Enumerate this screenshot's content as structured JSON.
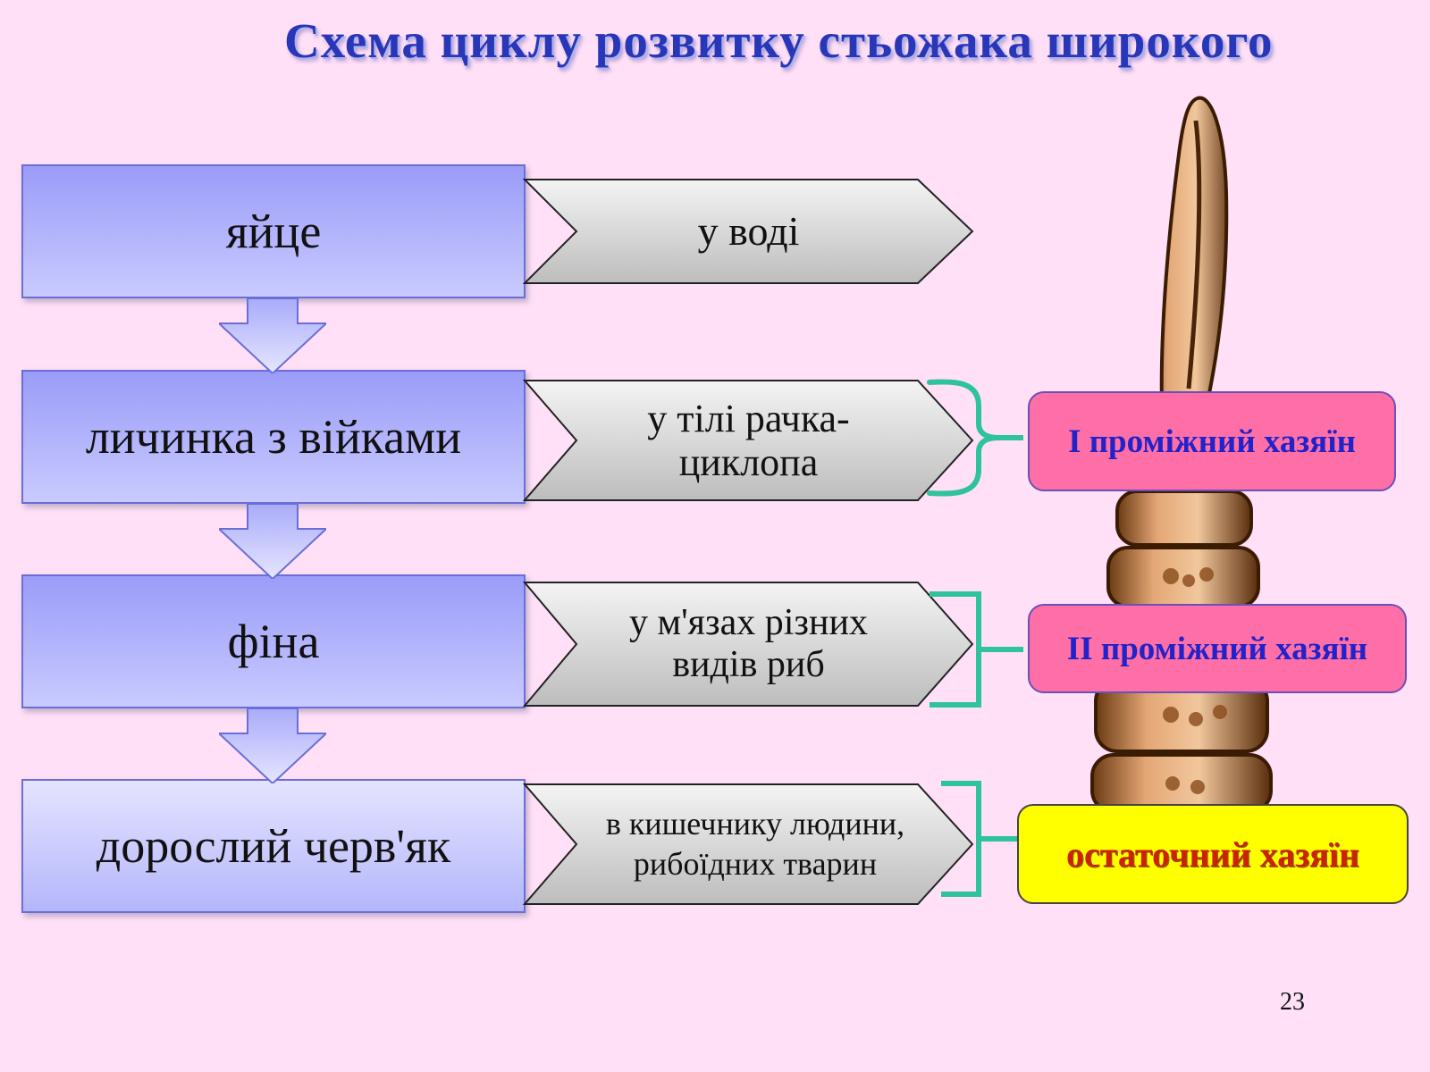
{
  "title": "Схема циклу розвитку стьожака широкого",
  "stages": [
    {
      "label": "яйце",
      "location": "у воді"
    },
    {
      "label": "личинка з війками",
      "location": "у тілі рачка-циклопа"
    },
    {
      "label": "фіна",
      "location": "у м'язах різних видів риб"
    },
    {
      "label": "дорослий черв'як",
      "location": "в кишечнику людини, рибоїдних тварин"
    }
  ],
  "hosts": {
    "first": "I проміжний хазяїн",
    "second": "II проміжний хазяїн",
    "final": "остаточний хазяїн"
  },
  "colors": {
    "stage_fill": "#9a9cf8",
    "chevron_fill": "#d9d9d9",
    "bracket": "#2ec39a",
    "intermediate_host": "#ff6fa7",
    "final_host": "#ffff00",
    "title": "#2a36b8"
  },
  "icons": [
    "down-arrow-icon",
    "bracket-icon",
    "tapeworm-illustration"
  ],
  "page_number": "23"
}
